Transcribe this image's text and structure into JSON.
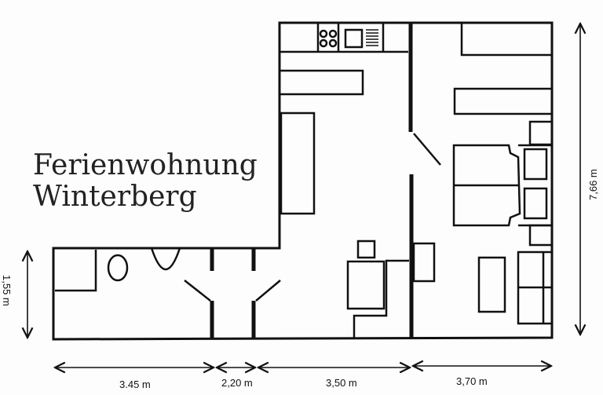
{
  "title": {
    "line1": "Ferienwohnung",
    "line2": "Winterberg"
  },
  "dimensions": {
    "bath_width": "3.45 m",
    "hall_width": "2,20 m",
    "living_width": "3,50 m",
    "bedroom_width": "3,70 m",
    "lower_height": "1,55 m",
    "total_height": "7,66 m"
  }
}
